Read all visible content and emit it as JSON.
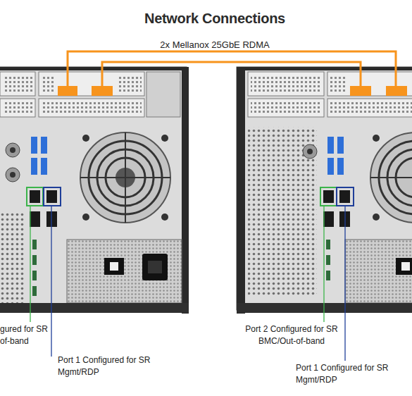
{
  "diagram": {
    "title": "Network Connections",
    "labels": [
      "2x Mellanox 25GbE RDMA",
      "gured for SR of-band",
      "Port 1 Configured for SR Mgmt/RDP",
      "Port 2 Configured for SR BMC/Out-of-band",
      "Port 1 Configured for SR Mgmt/RDP"
    ]
  }
}
